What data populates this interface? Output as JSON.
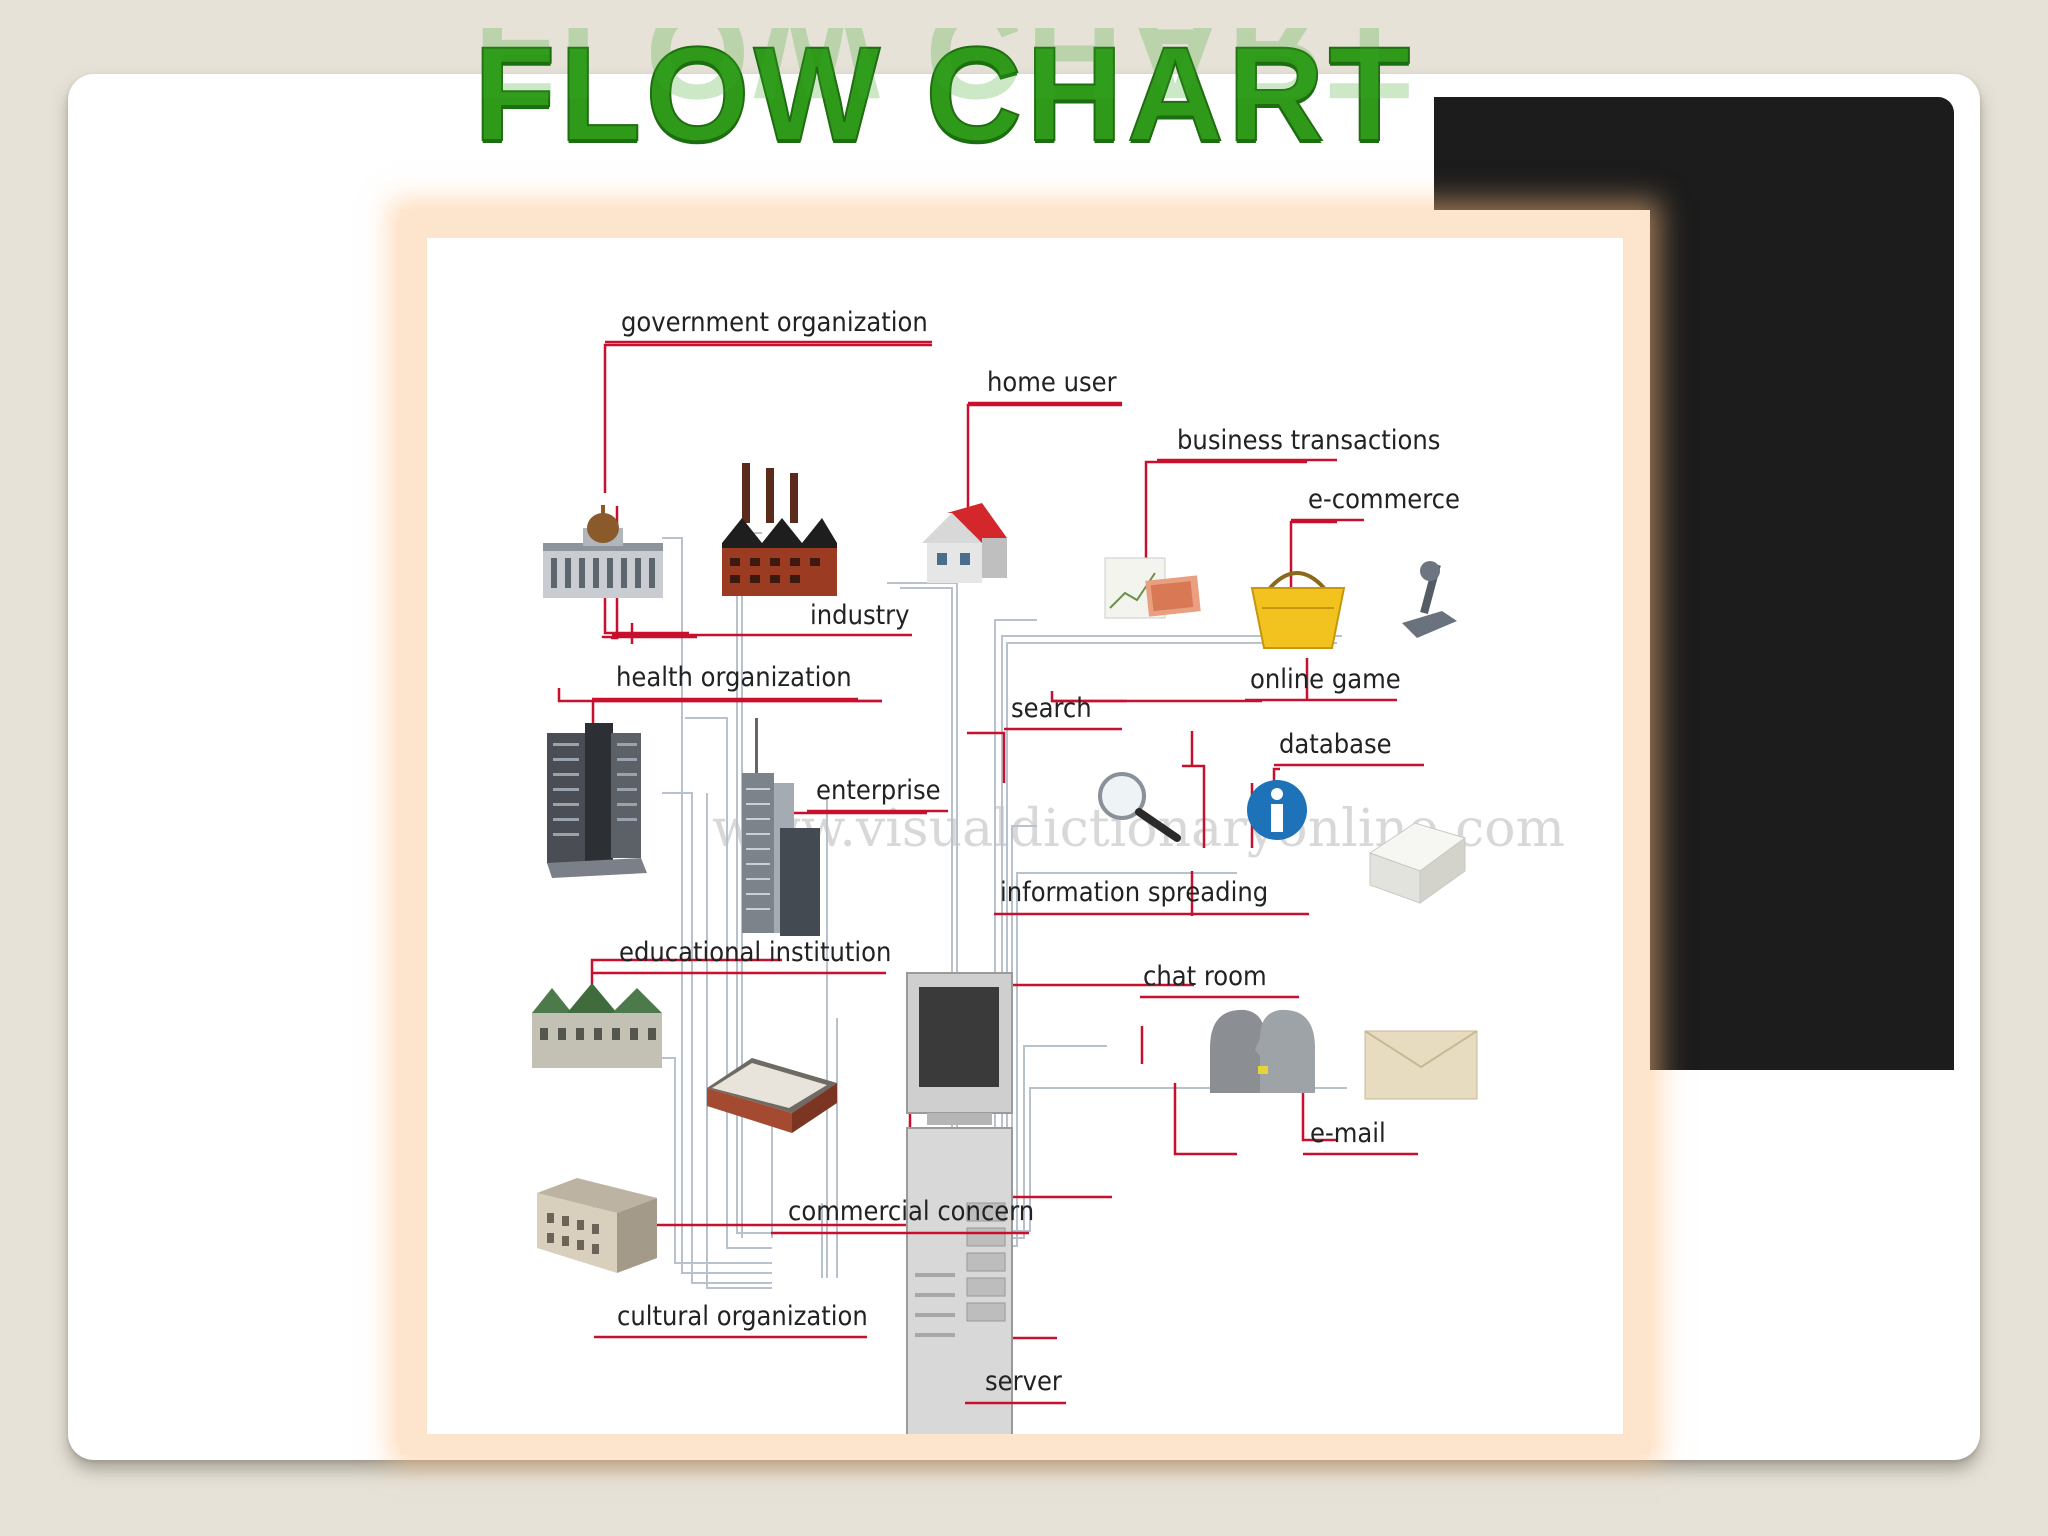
{
  "slide": {
    "title": "FLOW CHART"
  },
  "diagram": {
    "watermark": "www.visualdictionaryonline.com",
    "labels": {
      "government_organization": "government organization",
      "home_user": "home user",
      "business_transactions": "business transactions",
      "e_commerce": "e-commerce",
      "industry": "industry",
      "online_game": "online game",
      "health_organization": "health organization",
      "search": "search",
      "database": "database",
      "enterprise": "enterprise",
      "information_spreading": "information spreading",
      "educational_institution": "educational institution",
      "chat_room": "chat room",
      "e_mail": "e-mail",
      "commercial_concern": "commercial concern",
      "cultural_organization": "cultural organization",
      "server": "server"
    }
  },
  "colors": {
    "title_green": "#2f9a1a",
    "callout_red": "#c8102e",
    "frame_peach": "#fde4cc",
    "dark_panel": "#1c1c1c"
  }
}
